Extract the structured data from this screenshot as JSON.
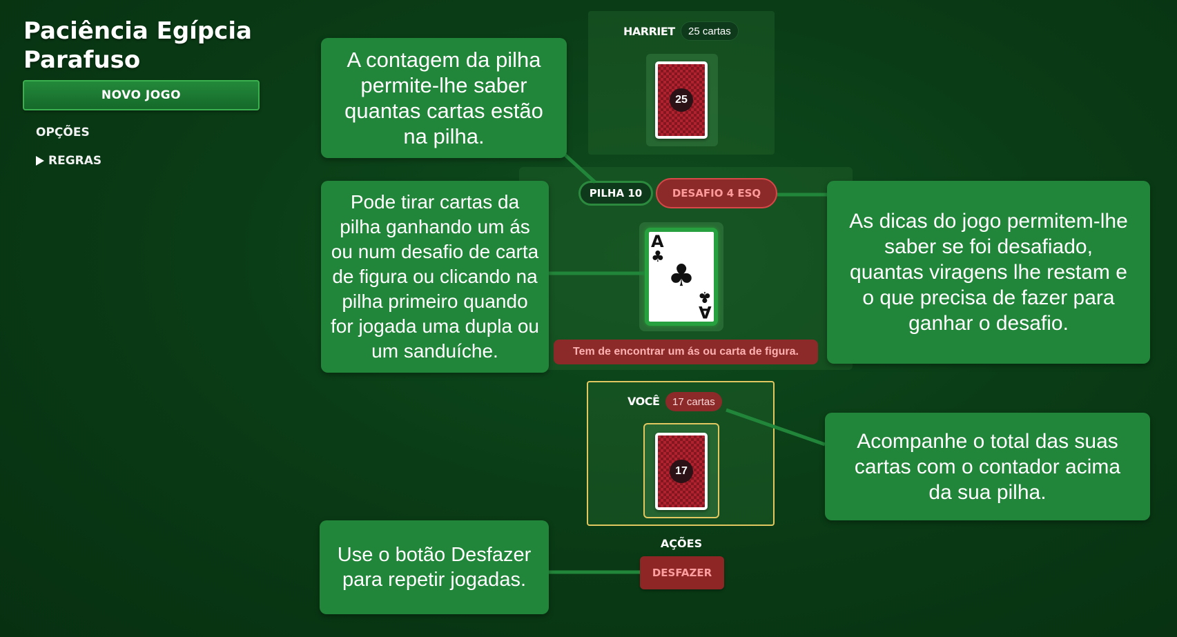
{
  "sidebar": {
    "title_line1": "Paciência Egípcia",
    "title_line2": "Parafuso",
    "new_game": "NOVO JOGO",
    "options": "OPÇÕES",
    "rules": "REGRAS"
  },
  "opponent": {
    "name": "HARRIET",
    "count_label": "25 cartas",
    "pile_count": "25"
  },
  "center": {
    "pile_chip": "PILHA 10",
    "challenge_chip": "DESAFIO 4 ESQ",
    "card_rank": "A",
    "card_suit": "♣",
    "hint": "Tem de encontrar um ás ou carta de figura."
  },
  "player": {
    "name": "VOCÊ",
    "count_label": "17 cartas",
    "pile_count": "17"
  },
  "actions": {
    "label": "AÇÕES",
    "undo": "DESFAZER"
  },
  "callouts": {
    "pile": "A contagem da pilha permite-lhe saber quantas cartas estão na pilha.",
    "take": "Pode tirar cartas da pilha ganhando um ás ou num desafio de carta de figura ou clicando na pilha primeiro quando for jogada uma dupla ou um sanduíche.",
    "hints": "As dicas do jogo permitem-lhe saber se foi desafiado, quantas viragens lhe restam e o que precisa de fazer para ganhar o desafio.",
    "total": "Acompanhe o total das suas cartas com o contador acima da sua pilha.",
    "undo": "Use o botão Desfazer para repetir jogadas."
  },
  "colors": {
    "felt": "#0a3d16",
    "callout": "#22863a",
    "accent_green": "#27a13f",
    "danger_red": "#8c2a2a",
    "highlight_gold": "#e2c860"
  },
  "icons": {
    "rules_toggle": "triangle-right-icon",
    "card_back": "card-back-pattern",
    "suit": "club-icon"
  }
}
